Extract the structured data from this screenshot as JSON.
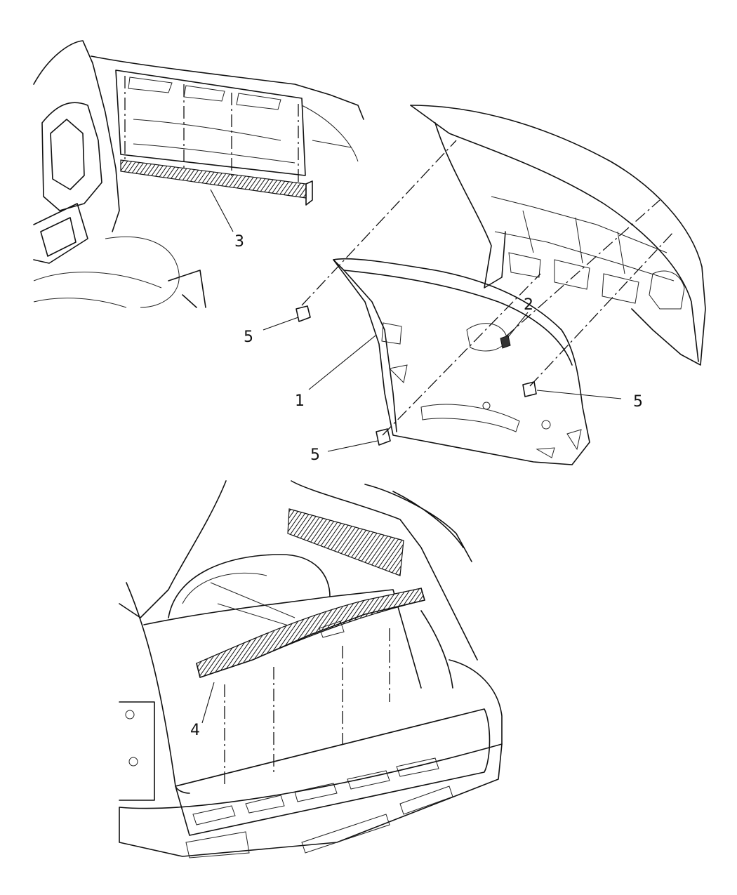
{
  "callouts": [
    {
      "id": "1",
      "text": "1"
    },
    {
      "id": "2",
      "text": "2"
    },
    {
      "id": "3",
      "text": "3"
    },
    {
      "id": "4",
      "text": "4"
    },
    {
      "id": "5a",
      "text": "5"
    },
    {
      "id": "5b",
      "text": "5"
    },
    {
      "id": "5c",
      "text": "5"
    }
  ]
}
